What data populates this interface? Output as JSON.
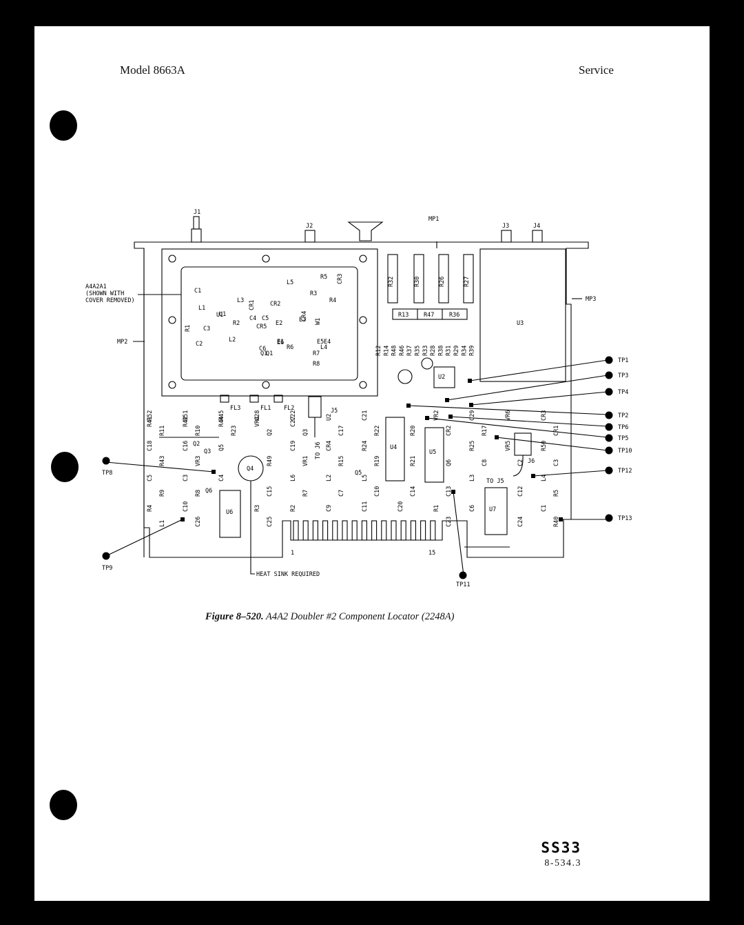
{
  "header": {
    "model": "Model 8663A",
    "section": "Service"
  },
  "caption": {
    "label": "Figure 8–520.",
    "text": "A4A2 Doubler #2 Component Locator (2248A)"
  },
  "footer": {
    "page_id": "SS33",
    "page_number": "8-534.3"
  },
  "diagram": {
    "connectors": [
      "J1",
      "J2",
      "J3",
      "J4",
      "J5",
      "J6",
      "MP1",
      "MP2",
      "MP3"
    ],
    "assembly_label": [
      "A4A2A1",
      "(SHOWN WITH",
      "COVER REMOVED)"
    ],
    "test_points": [
      "TP1",
      "TP2",
      "TP3",
      "TP4",
      "TP5",
      "TP6",
      "TP8",
      "TP9",
      "TP10",
      "TP11",
      "TP12",
      "TP13"
    ],
    "ics": [
      "U1",
      "U2",
      "U3",
      "U4",
      "U5",
      "U6",
      "U7"
    ],
    "resistor_blocks": [
      "R32",
      "R30",
      "R26",
      "R27"
    ],
    "resistor_row": [
      "R13",
      "R47",
      "R36"
    ],
    "transistors": [
      "Q1",
      "Q2",
      "Q3",
      "Q4",
      "Q5",
      "Q6"
    ],
    "filters": [
      "FL3",
      "FL1",
      "FL2"
    ],
    "edge_pins": [
      "1",
      "15"
    ],
    "heat_sink_note": "HEAT SINK REQUIRED",
    "to_j6": "TO J6",
    "to_j5": "TO J5",
    "shield_parts": [
      "C1",
      "L5",
      "R5",
      "R3",
      "R4",
      "CR3",
      "L3",
      "CR1",
      "CR2",
      "L1",
      "U1",
      "C4",
      "C5",
      "R2",
      "C3",
      "R1",
      "C2",
      "L2",
      "CR5",
      "E2",
      "E1",
      "E3",
      "CR4",
      "W1",
      "E5",
      "E4",
      "E6",
      "L4",
      "C6",
      "Q1",
      "R6",
      "R7",
      "R8"
    ],
    "resistor_column_labels": [
      "R12",
      "R14",
      "R48",
      "R46",
      "R37",
      "R35",
      "R33",
      "R28",
      "R38",
      "R31",
      "R29",
      "R34",
      "R39"
    ],
    "mid_labels": [
      "R52",
      "R51",
      "R45",
      "C28",
      "C22",
      "U2",
      "C21",
      "VR2",
      "C29",
      "VR6",
      "CR3",
      "R11",
      "R10",
      "R23",
      "Q2",
      "Q3",
      "C17",
      "R22",
      "R20",
      "CR2",
      "R17",
      "CR1",
      "C18",
      "C16",
      "Q5",
      "C19",
      "CR4",
      "R24",
      "R25",
      "VR5",
      "R50",
      "R43",
      "VR3",
      "R49",
      "VR1",
      "R15",
      "R19",
      "R21",
      "Q6",
      "C8",
      "C2",
      "C3",
      "C5",
      "C3",
      "C4",
      "L6",
      "L2",
      "L5",
      "L3",
      "L4",
      "R9",
      "R8",
      "C15",
      "R7",
      "C7",
      "C10",
      "C14",
      "C13",
      "C12",
      "R5",
      "R4",
      "C10",
      "R3",
      "R2",
      "C9",
      "C11",
      "C20",
      "R1",
      "C6",
      "C1",
      "L1",
      "C26",
      "C25",
      "C23",
      "C24",
      "R40",
      "R41",
      "R42",
      "R44",
      "VR4",
      "C27"
    ]
  }
}
